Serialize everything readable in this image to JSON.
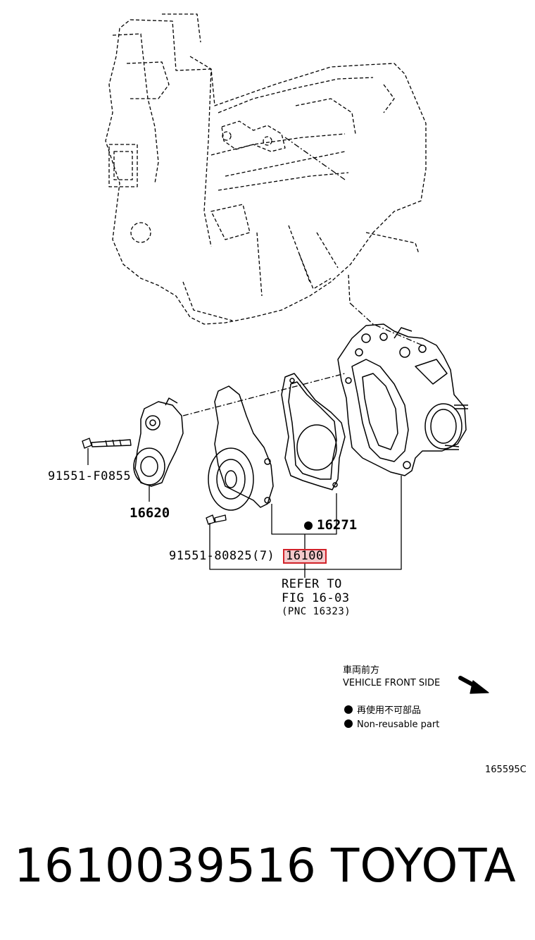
{
  "callouts": {
    "bolt_tensioner": "91551-F0855",
    "tensioner_assy": "16620",
    "gasket": "16271",
    "bolt_pump": "91551-80825(7)",
    "water_pump_assy": "16100"
  },
  "refer": {
    "line1": "REFER TO",
    "line2": "FIG 16-03",
    "line3": "(PNC 16323)"
  },
  "legend": {
    "front_jp": "車両前方",
    "front_en": "VEHICLE FRONT SIDE",
    "nonreuse_jp": "再使用不可部品",
    "nonreuse_en": "Non-reusable part"
  },
  "figure_code": "165595C",
  "footer": {
    "part_number": "1610039516",
    "brand": "TOYOTA"
  },
  "colors": {
    "highlight_border": "#d2232a",
    "highlight_fill": "#f3c9cb"
  }
}
